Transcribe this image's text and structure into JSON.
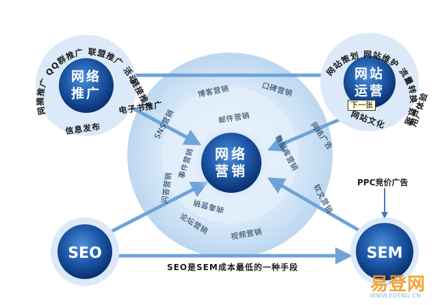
{
  "diagram": {
    "center": {
      "line1": "网络",
      "line2": "营销"
    },
    "hub_promotion": {
      "line1": "网络",
      "line2": "推广"
    },
    "hub_operation": {
      "line1": "网站",
      "line2": "运营"
    },
    "hub_seo": "SEO",
    "hub_sem": "SEM",
    "promotion_arc": [
      "QQ群推广",
      "联盟推广",
      "活动推广",
      "链接推广",
      "电子书推广",
      "信息发布",
      "网摘推广"
    ],
    "operation_arc": [
      "网站策划",
      "网站维护",
      "流量转换",
      "数据统计",
      "用户体验",
      "网站文化"
    ],
    "ring_items": [
      "博客营销",
      "口碑营销",
      "SNS营销",
      "邮件营销",
      "网络广告",
      "数据库营销",
      "事件营销",
      "问答营销",
      "论坛营销",
      "视频营销",
      "病毒营销",
      "软文营销"
    ],
    "seo_sem_label": "SEO是SEM成本最低的一种手段",
    "ppc_label": "PPC竞价广告",
    "tooltip": "下一张"
  },
  "logo": {
    "main": "易登网",
    "url": "WWW.EDENG.CN"
  },
  "colors": {
    "hub_dark": "#0c3e86",
    "hub_light": "#5a9ade",
    "arrow": "#6ea3d8",
    "ring": "#c5dcf2"
  }
}
